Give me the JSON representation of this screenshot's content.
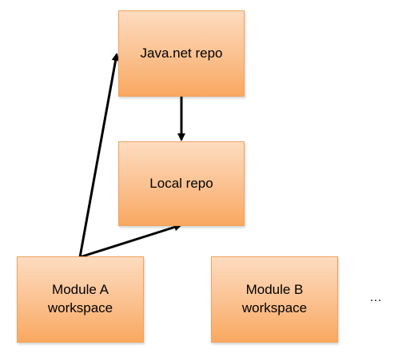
{
  "nodes": {
    "java_repo": {
      "label": "Java.net repo"
    },
    "local_repo": {
      "label": "Local repo"
    },
    "module_a": {
      "label": "Module A\nworkspace"
    },
    "module_b": {
      "label": "Module B\nworkspace"
    }
  },
  "ellipsis": "…",
  "edges": [
    {
      "from": "java_repo",
      "to": "local_repo"
    },
    {
      "from": "module_a",
      "to": "java_repo"
    },
    {
      "from": "module_a",
      "to": "local_repo"
    }
  ],
  "colors": {
    "box_fill_top": "#fddcc0",
    "box_fill_bottom": "#f9a860",
    "box_border": "#f2a25c",
    "arrow": "#000000"
  }
}
